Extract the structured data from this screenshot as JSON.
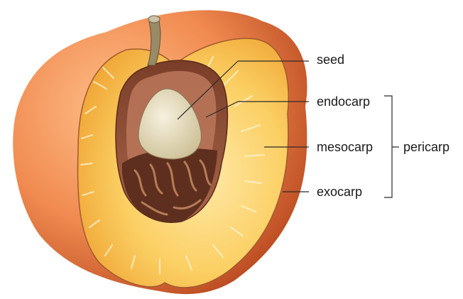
{
  "labels": {
    "seed": "seed",
    "endocarp": "endocarp",
    "mesocarp": "mesocarp",
    "exocarp": "exocarp",
    "pericarp": "pericarp"
  },
  "colors": {
    "skin_light": "#f6a46a",
    "skin_dark": "#d05a2a",
    "flesh": "#f9c75a",
    "flesh_light": "#ffe7a3",
    "endocarp": "#9c5a3e",
    "pit": "#6b3a25",
    "seed": "#e8e0c8",
    "stem": "#8a7a5a"
  }
}
